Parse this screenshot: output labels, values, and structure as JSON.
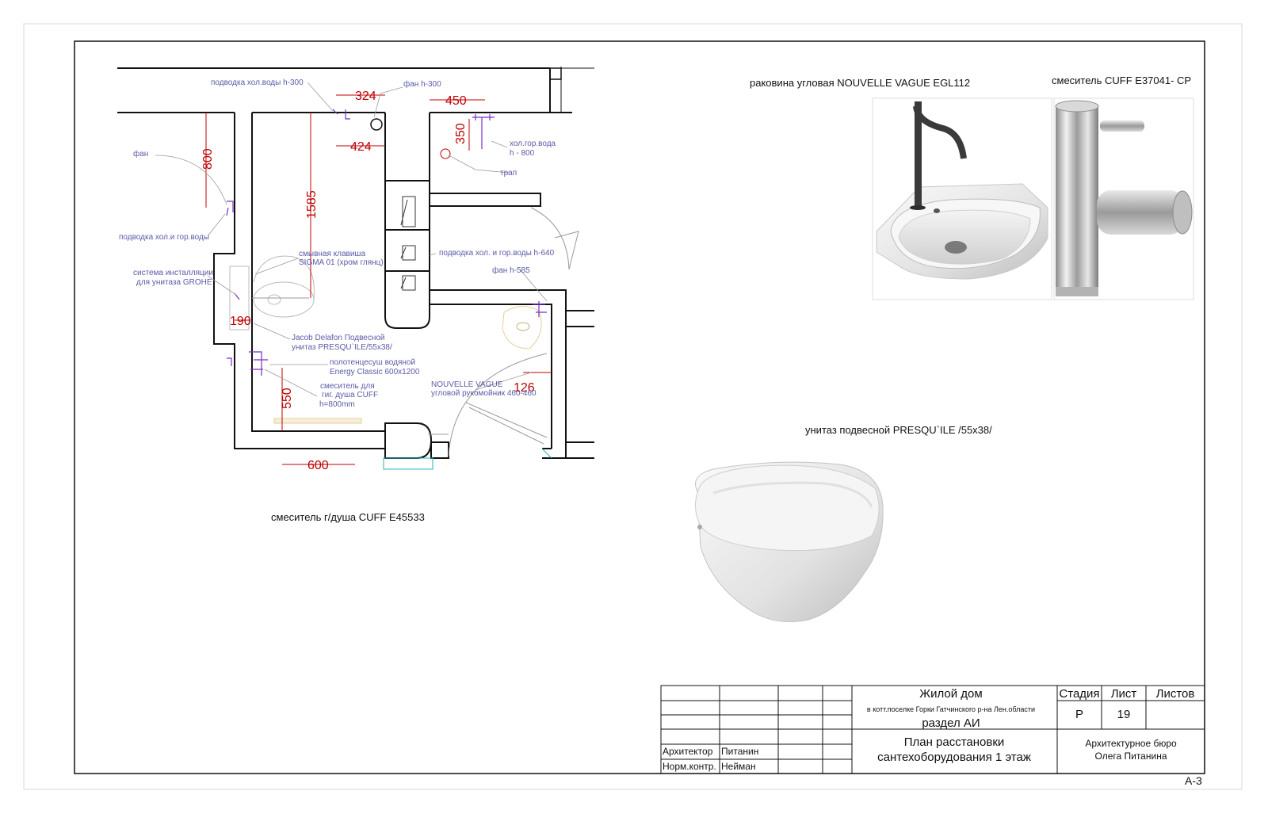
{
  "plan": {
    "dims": {
      "d324": "324",
      "d450": "450",
      "d424": "424",
      "d350": "350",
      "d800": "800",
      "d1585": "1585",
      "d190": "190",
      "d550": "550",
      "d600": "600",
      "d126": "126"
    },
    "notes": {
      "cold_water_300": "подводка хол.воды h-300",
      "fan_300": "фан h-300",
      "cold_hot_water_1": "хол.гор.вода",
      "cold_hot_water_2": "h - 800",
      "drain": "трап",
      "fan": "фан",
      "supply_cold_hot": "подводка хол.и гор.воды",
      "flush_1": "смывная клавиша",
      "flush_2": "SIGMA 01 (хром глянц)",
      "supply_640": "подводка хол. и гор.воды h-640",
      "fan_585": "фан h-585",
      "install_1": "система инсталляции",
      "install_2": "для унитаза GROHE",
      "jd_1": "Jacob Delafon Подвесной",
      "jd_2": "унитаз  PRESQU`ILE/55х38/",
      "towel_1": "полотенцесуш водяной",
      "towel_2": "Energy Classic 600х1200",
      "mixer_1": "смеситель для",
      "mixer_2": "гиг. душа CUFF",
      "mixer_3": "h=800mm",
      "nv_1": "NOUVELLE VAGUE",
      "nv_2": "угловой рукомойник 460-460"
    }
  },
  "captions": {
    "shower_mixer": "смеситель г/душа CUFF E45533",
    "sink": "раковина угловая NOUVELLE VAGUE EGL112",
    "faucet": "смеситель CUFF E37041- CP",
    "toilet": "унитаз подвесной  PRESQU`ILE /55х38/"
  },
  "title_block": {
    "project": "Жилой дом",
    "location": "в котт.поселке Горки Гатчинского р-на Лен.области",
    "section": "раздел АИ",
    "drawing_1": "План  расстановки",
    "drawing_2": "сантехоборудования 1 этаж",
    "stage_header": "Стадия",
    "sheet_header": "Лист",
    "sheets_header": "Листов",
    "stage": "Р",
    "sheet": "19",
    "sheets": "",
    "firm_1": "Архитектурное бюро",
    "firm_2": "Олега Питанина",
    "role_architect": "Архитектор",
    "name_architect": "Питанин",
    "role_norm": "Норм.контр.",
    "name_norm": "Нейман"
  },
  "sheet_code": "А-3",
  "colors": {
    "wall": "#111111",
    "dimension": "#c00000",
    "note": "#5a5aa8",
    "fixture": "#7a2fc8",
    "faint": "#bdbdbd",
    "towel": "#e8d9b0",
    "door_cyan": "#1fb5b5"
  }
}
